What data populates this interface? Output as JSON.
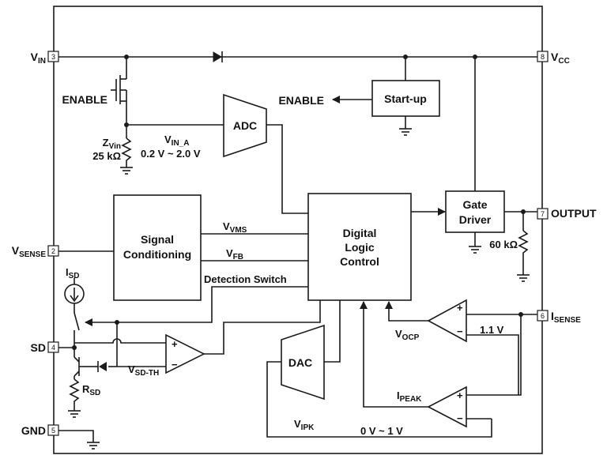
{
  "pins": {
    "vin": {
      "name": "V",
      "sub": "IN",
      "num": "3"
    },
    "vcc": {
      "name": "V",
      "sub": "CC",
      "num": "8"
    },
    "output": {
      "name": "OUTPUT",
      "num": "7"
    },
    "vsense": {
      "name": "V",
      "sub": "SENSE",
      "num": "2"
    },
    "isense": {
      "name": "I",
      "sub": "SENSE",
      "num": "6"
    },
    "sd": {
      "name": "SD",
      "num": "4"
    },
    "gnd": {
      "name": "GND",
      "num": "5"
    }
  },
  "blocks": {
    "startup": "Start-up",
    "adc": "ADC",
    "dac": "DAC",
    "signal_conditioning": [
      "Signal",
      "Conditioning"
    ],
    "digital_logic": [
      "Digital",
      "Logic",
      "Control"
    ],
    "gate_driver": [
      "Gate",
      "Driver"
    ]
  },
  "labels": {
    "enable_left": "ENABLE",
    "enable_right": "ENABLE",
    "zvin": {
      "name": "Z",
      "sub": "Vin"
    },
    "zvin_value": "25 kΩ",
    "vin_a": {
      "name": "V",
      "sub": "IN_A"
    },
    "vin_a_range": "0.2 V ~ 2.0 V",
    "vvms": {
      "name": "V",
      "sub": "VMS"
    },
    "vfb": {
      "name": "V",
      "sub": "FB"
    },
    "detection_switch": "Detection Switch",
    "isd": {
      "name": "I",
      "sub": "SD"
    },
    "rsd": {
      "name": "R",
      "sub": "SD"
    },
    "vsd_th": {
      "name": "V",
      "sub": "SD-TH"
    },
    "vocp": {
      "name": "V",
      "sub": "OCP"
    },
    "v11": "1.1 V",
    "ipeak": {
      "name": "I",
      "sub": "PEAK"
    },
    "vipk": {
      "name": "V",
      "sub": "IPK"
    },
    "range_0_1": "0 V ~ 1 V",
    "r60k": "60 kΩ",
    "plus": "+",
    "minus": "−"
  }
}
